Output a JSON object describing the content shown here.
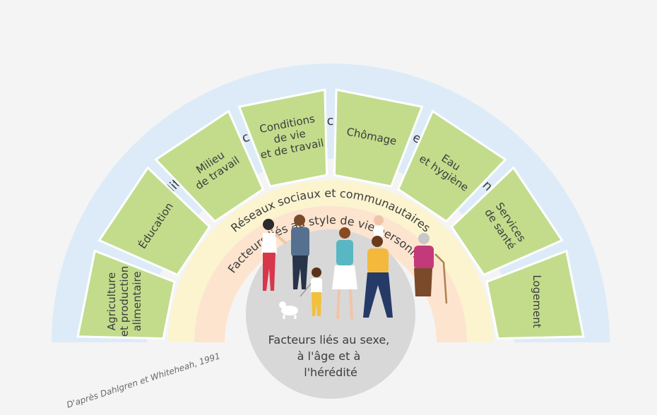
{
  "outer_ring": {
    "label": "Conditions socio-économiques, culturelles et environnementales",
    "color": "#dcebf7"
  },
  "sectors": [
    {
      "label": [
        "Agriculture",
        "et production",
        "alimentaire"
      ]
    },
    {
      "label": [
        "Éducation"
      ]
    },
    {
      "label": [
        "Milieu",
        "de travail"
      ]
    },
    {
      "label": [
        "Conditions",
        "de vie",
        "et de travail"
      ]
    },
    {
      "label": [
        "Chômage"
      ]
    },
    {
      "label": [
        "Eau",
        "et hygiène"
      ]
    },
    {
      "label": [
        "Services",
        "de santé"
      ]
    },
    {
      "label": [
        "Logement"
      ]
    }
  ],
  "sector_color": "#c2dc8c",
  "social_ring": {
    "label": "Réseaux sociaux et communautaires",
    "color": "#fbf4cf"
  },
  "lifestyle_ring": {
    "label": "Facteurs liés au style de vie personnelle",
    "color": "#fde4cf"
  },
  "center": {
    "lines": [
      "Facteurs liés au sexe,",
      "à l'âge et à",
      "l'hérédité"
    ],
    "color": "#d8d8d8"
  },
  "credit": "D'après Dahlgren et Whiteheah, 1991"
}
